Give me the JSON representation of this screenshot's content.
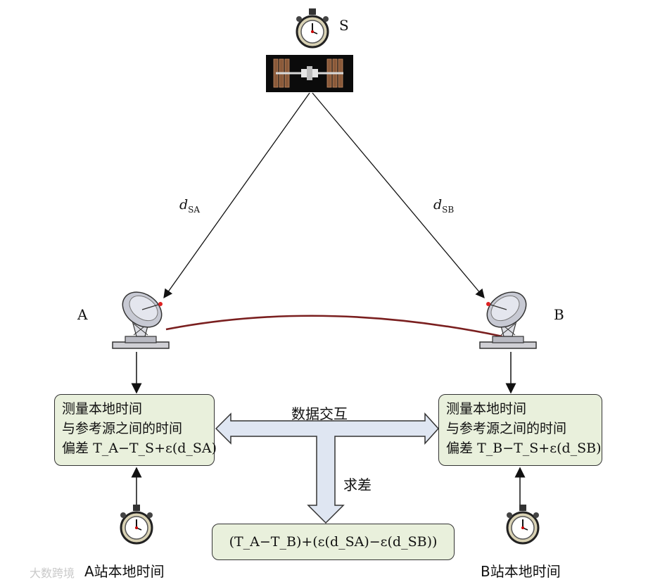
{
  "nodes": {
    "satellite": "S",
    "station_a": "A",
    "station_b": "B"
  },
  "edges": {
    "d_sa": {
      "main": "d",
      "sub": "SA"
    },
    "d_sb": {
      "main": "d",
      "sub": "SB"
    }
  },
  "box_a": {
    "line1": "测量本地时间",
    "line2": "与参考源之间的时间",
    "line3_prefix": "偏差",
    "line3_formula": "T_A−T_S+ε(d_SA)"
  },
  "box_b": {
    "line1": "测量本地时间",
    "line2": "与参考源之间的时间",
    "line3_prefix": "偏差",
    "line3_formula": "T_B−T_S+ε(d_SB)"
  },
  "exchange_label": "数据交互",
  "diff_label": "求差",
  "result_formula": "(T_A−T_B)+(ε(d_SA)−ε(d_SB))",
  "clock_a_caption": "A站本地时间",
  "clock_b_caption": "B站本地时间",
  "watermark": "大数跨境",
  "colors": {
    "box_fill": "#e9f0dc",
    "link_arc": "#7a1f1f",
    "arrow_fill": "#dfe6f2"
  },
  "icons": [
    "stopwatch-icon",
    "satellite-icon",
    "dish-antenna-icon"
  ]
}
